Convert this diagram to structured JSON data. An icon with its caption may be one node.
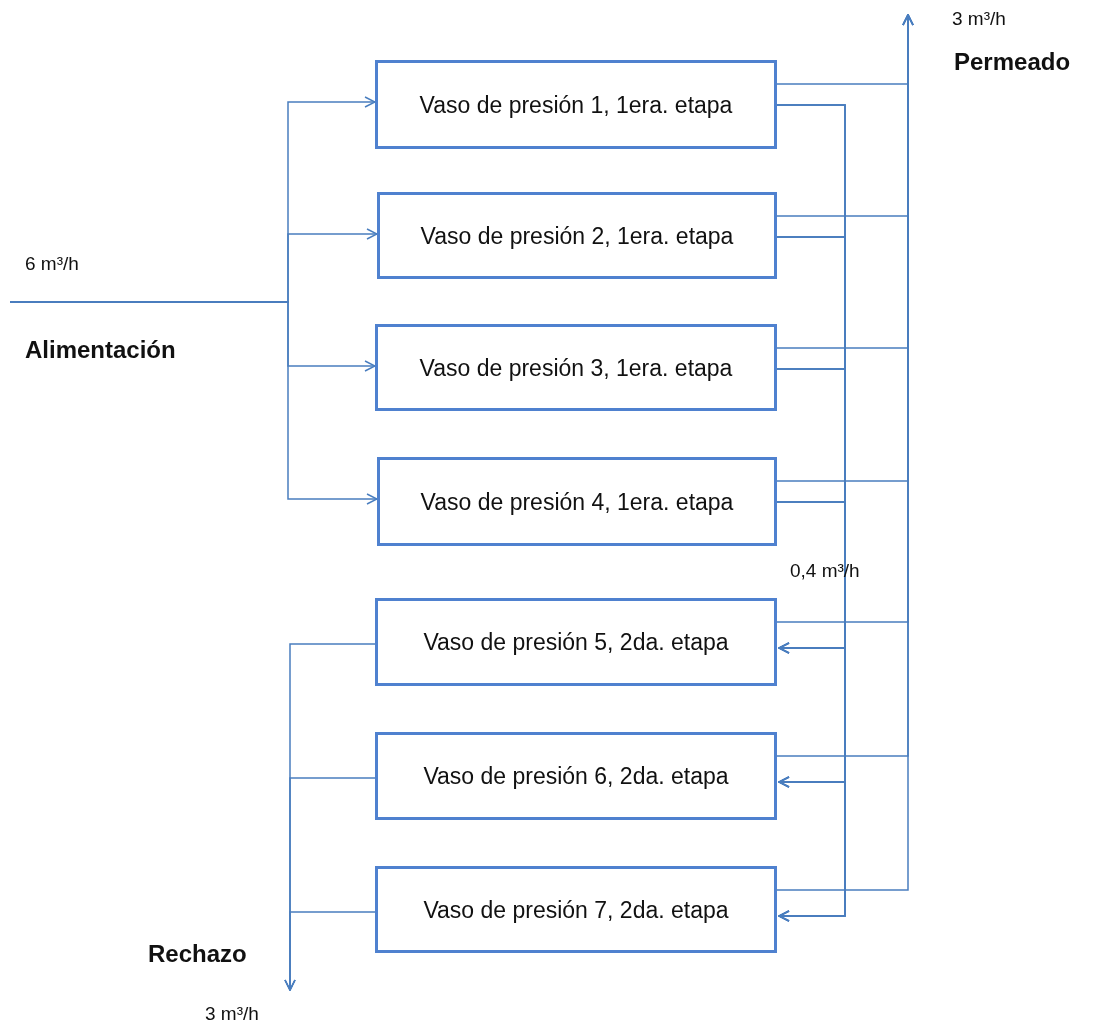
{
  "diagram": {
    "nodes": [
      {
        "text": [
          "Vaso de presión 1, 1era. etapa"
        ]
      },
      {
        "text": [
          "Vaso de presión 2, 1era. etapa"
        ]
      },
      {
        "text": [
          "Vaso de presión 3, 1era. etapa"
        ]
      },
      {
        "text": [
          "Vaso de presión 4, 1era. etapa"
        ]
      },
      {
        "text": [
          "Vaso de presión 5, 2da. etapa"
        ]
      },
      {
        "text": [
          "Vaso de presión 6, 2da. etapa"
        ]
      },
      {
        "text": [
          "Vaso de presión 7, 2da. etapa"
        ]
      }
    ],
    "edges": [
      {
        "from": null,
        "to": 0,
        "arrow": "to"
      },
      {
        "from": null,
        "to": 1,
        "arrow": "to"
      },
      {
        "from": null,
        "to": 2,
        "arrow": "to"
      },
      {
        "from": null,
        "to": 3,
        "arrow": "to"
      },
      {
        "from": 0,
        "to": null,
        "arrow": "to"
      },
      {
        "from": 1,
        "to": null,
        "arrow": "to"
      },
      {
        "from": 2,
        "to": null,
        "arrow": "to"
      },
      {
        "from": 3,
        "to": null,
        "arrow": "to"
      },
      {
        "from": 4,
        "to": null,
        "arrow": "to"
      },
      {
        "from": 5,
        "to": null,
        "arrow": "to"
      },
      {
        "from": 6,
        "to": null,
        "arrow": "to"
      },
      {
        "from": 0,
        "to": 4,
        "arrow": "to"
      },
      {
        "from": 0,
        "to": 5,
        "arrow": "to"
      },
      {
        "from": 0,
        "to": 6,
        "arrow": "to"
      },
      {
        "from": 1,
        "to": 4,
        "arrow": "to"
      },
      {
        "from": 1,
        "to": 5,
        "arrow": "to"
      },
      {
        "from": 1,
        "to": 6,
        "arrow": "to"
      },
      {
        "from": 2,
        "to": 4,
        "arrow": "to"
      },
      {
        "from": 2,
        "to": 5,
        "arrow": "to"
      },
      {
        "from": 2,
        "to": 6,
        "arrow": "to"
      },
      {
        "from": 3,
        "to": 4,
        "arrow": "to"
      },
      {
        "from": 3,
        "to": 5,
        "arrow": "to"
      },
      {
        "from": 3,
        "to": 6,
        "arrow": "to"
      },
      {
        "from": 4,
        "to": null,
        "arrow": "to"
      },
      {
        "from": 5,
        "to": null,
        "arrow": "to"
      },
      {
        "from": 6,
        "to": null,
        "arrow": "to"
      }
    ],
    "labels": [
      "3 m³/h",
      "Permeado",
      "6 m³/h",
      "Alimentación",
      "0,4 m³/h",
      "Rechazo",
      "3 m³/h"
    ]
  }
}
